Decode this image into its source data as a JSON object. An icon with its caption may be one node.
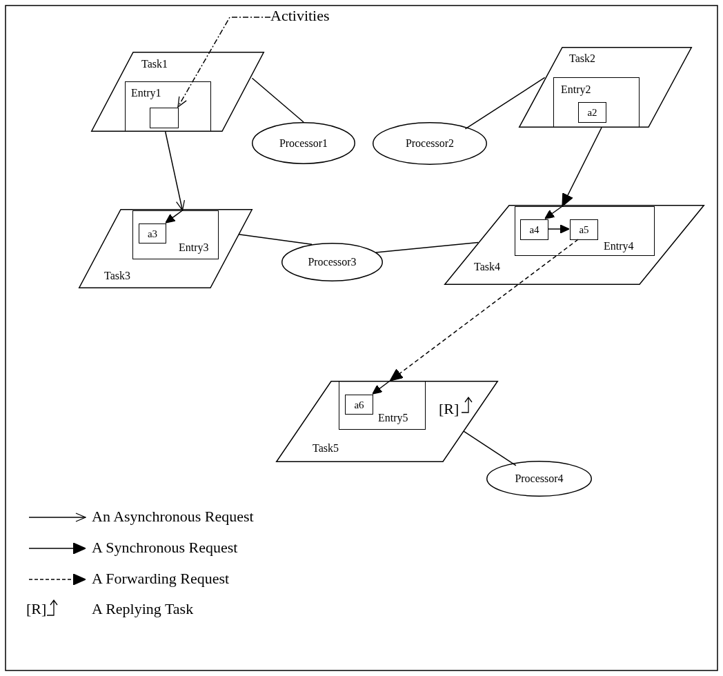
{
  "diagram": {
    "nodes": [
      {
        "text": [
          "Task1"
        ]
      },
      {
        "text": [
          "Entry1"
        ],
        "in": 0
      },
      {
        "text": [],
        "shape": "box",
        "in": 1
      },
      {
        "text": [
          "Activities"
        ]
      },
      {
        "text": [
          "Processor1"
        ]
      },
      {
        "text": [
          "Task2"
        ]
      },
      {
        "text": [
          "Entry2"
        ],
        "in": 5
      },
      {
        "text": [
          "a2"
        ],
        "in": 6
      },
      {
        "text": [
          "Processor2"
        ]
      },
      {
        "text": [
          "Task3"
        ]
      },
      {
        "text": [
          "Entry3"
        ],
        "in": 9
      },
      {
        "text": [
          "a3"
        ],
        "in": 10
      },
      {
        "text": [
          "Processor3"
        ]
      },
      {
        "text": [
          "Task4"
        ]
      },
      {
        "text": [
          "Entry4"
        ],
        "in": 13
      },
      {
        "text": [
          "a4"
        ],
        "in": 14
      },
      {
        "text": [
          "a5"
        ],
        "in": 14
      },
      {
        "text": [
          "Task5",
          "[R]"
        ]
      },
      {
        "text": [
          "Entry5"
        ],
        "in": 17
      },
      {
        "text": [
          "a6"
        ],
        "in": 18
      },
      {
        "text": [
          "Processor4"
        ]
      }
    ],
    "edges": [
      {
        "from": 3,
        "to": 2,
        "arrow": "to",
        "style": "dashed"
      },
      {
        "from": 0,
        "to": 4,
        "arrow": "none"
      },
      {
        "from": 1,
        "to": 10,
        "arrow": "to"
      },
      {
        "from": 10,
        "to": 11,
        "arrow": "to"
      },
      {
        "from": 5,
        "to": 8,
        "arrow": "none"
      },
      {
        "from": 6,
        "to": 14,
        "arrow": "to"
      },
      {
        "from": 14,
        "to": 15,
        "arrow": "to"
      },
      {
        "from": 15,
        "to": 16,
        "arrow": "to"
      },
      {
        "from": 9,
        "to": 12,
        "arrow": "none"
      },
      {
        "from": 13,
        "to": 12,
        "arrow": "none"
      },
      {
        "from": 16,
        "to": 18,
        "arrow": "to",
        "style": "dashed"
      },
      {
        "from": 18,
        "to": 19,
        "arrow": "to"
      },
      {
        "from": 17,
        "to": 20,
        "arrow": "none"
      }
    ],
    "labels": [
      "[R]"
    ],
    "legend": [
      {
        "text": "An Asynchronous Request"
      },
      {
        "text": "A Synchronous Request"
      },
      {
        "text": "A Forwarding Request"
      },
      {
        "text": "A Replying Task"
      }
    ]
  }
}
